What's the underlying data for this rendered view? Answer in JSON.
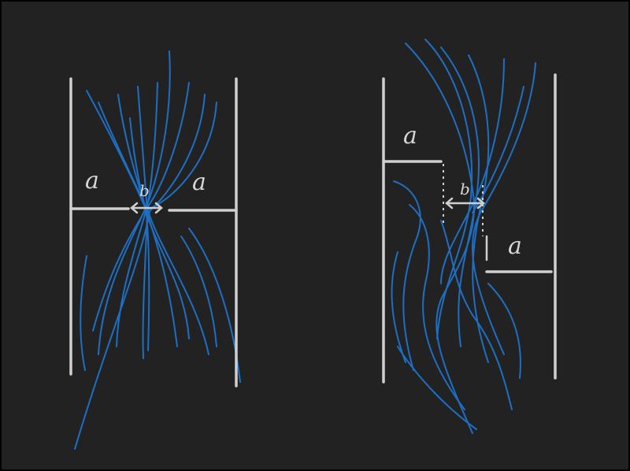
{
  "left_diagram": {
    "label_left": "a",
    "label_gap": "b",
    "label_right": "a"
  },
  "right_diagram": {
    "label_upper": "a",
    "label_gap": "b",
    "label_lower": "a"
  },
  "colors": {
    "background": "#232222",
    "walls": "#cfcfcf",
    "flow_lines": "#1d6fc4"
  }
}
